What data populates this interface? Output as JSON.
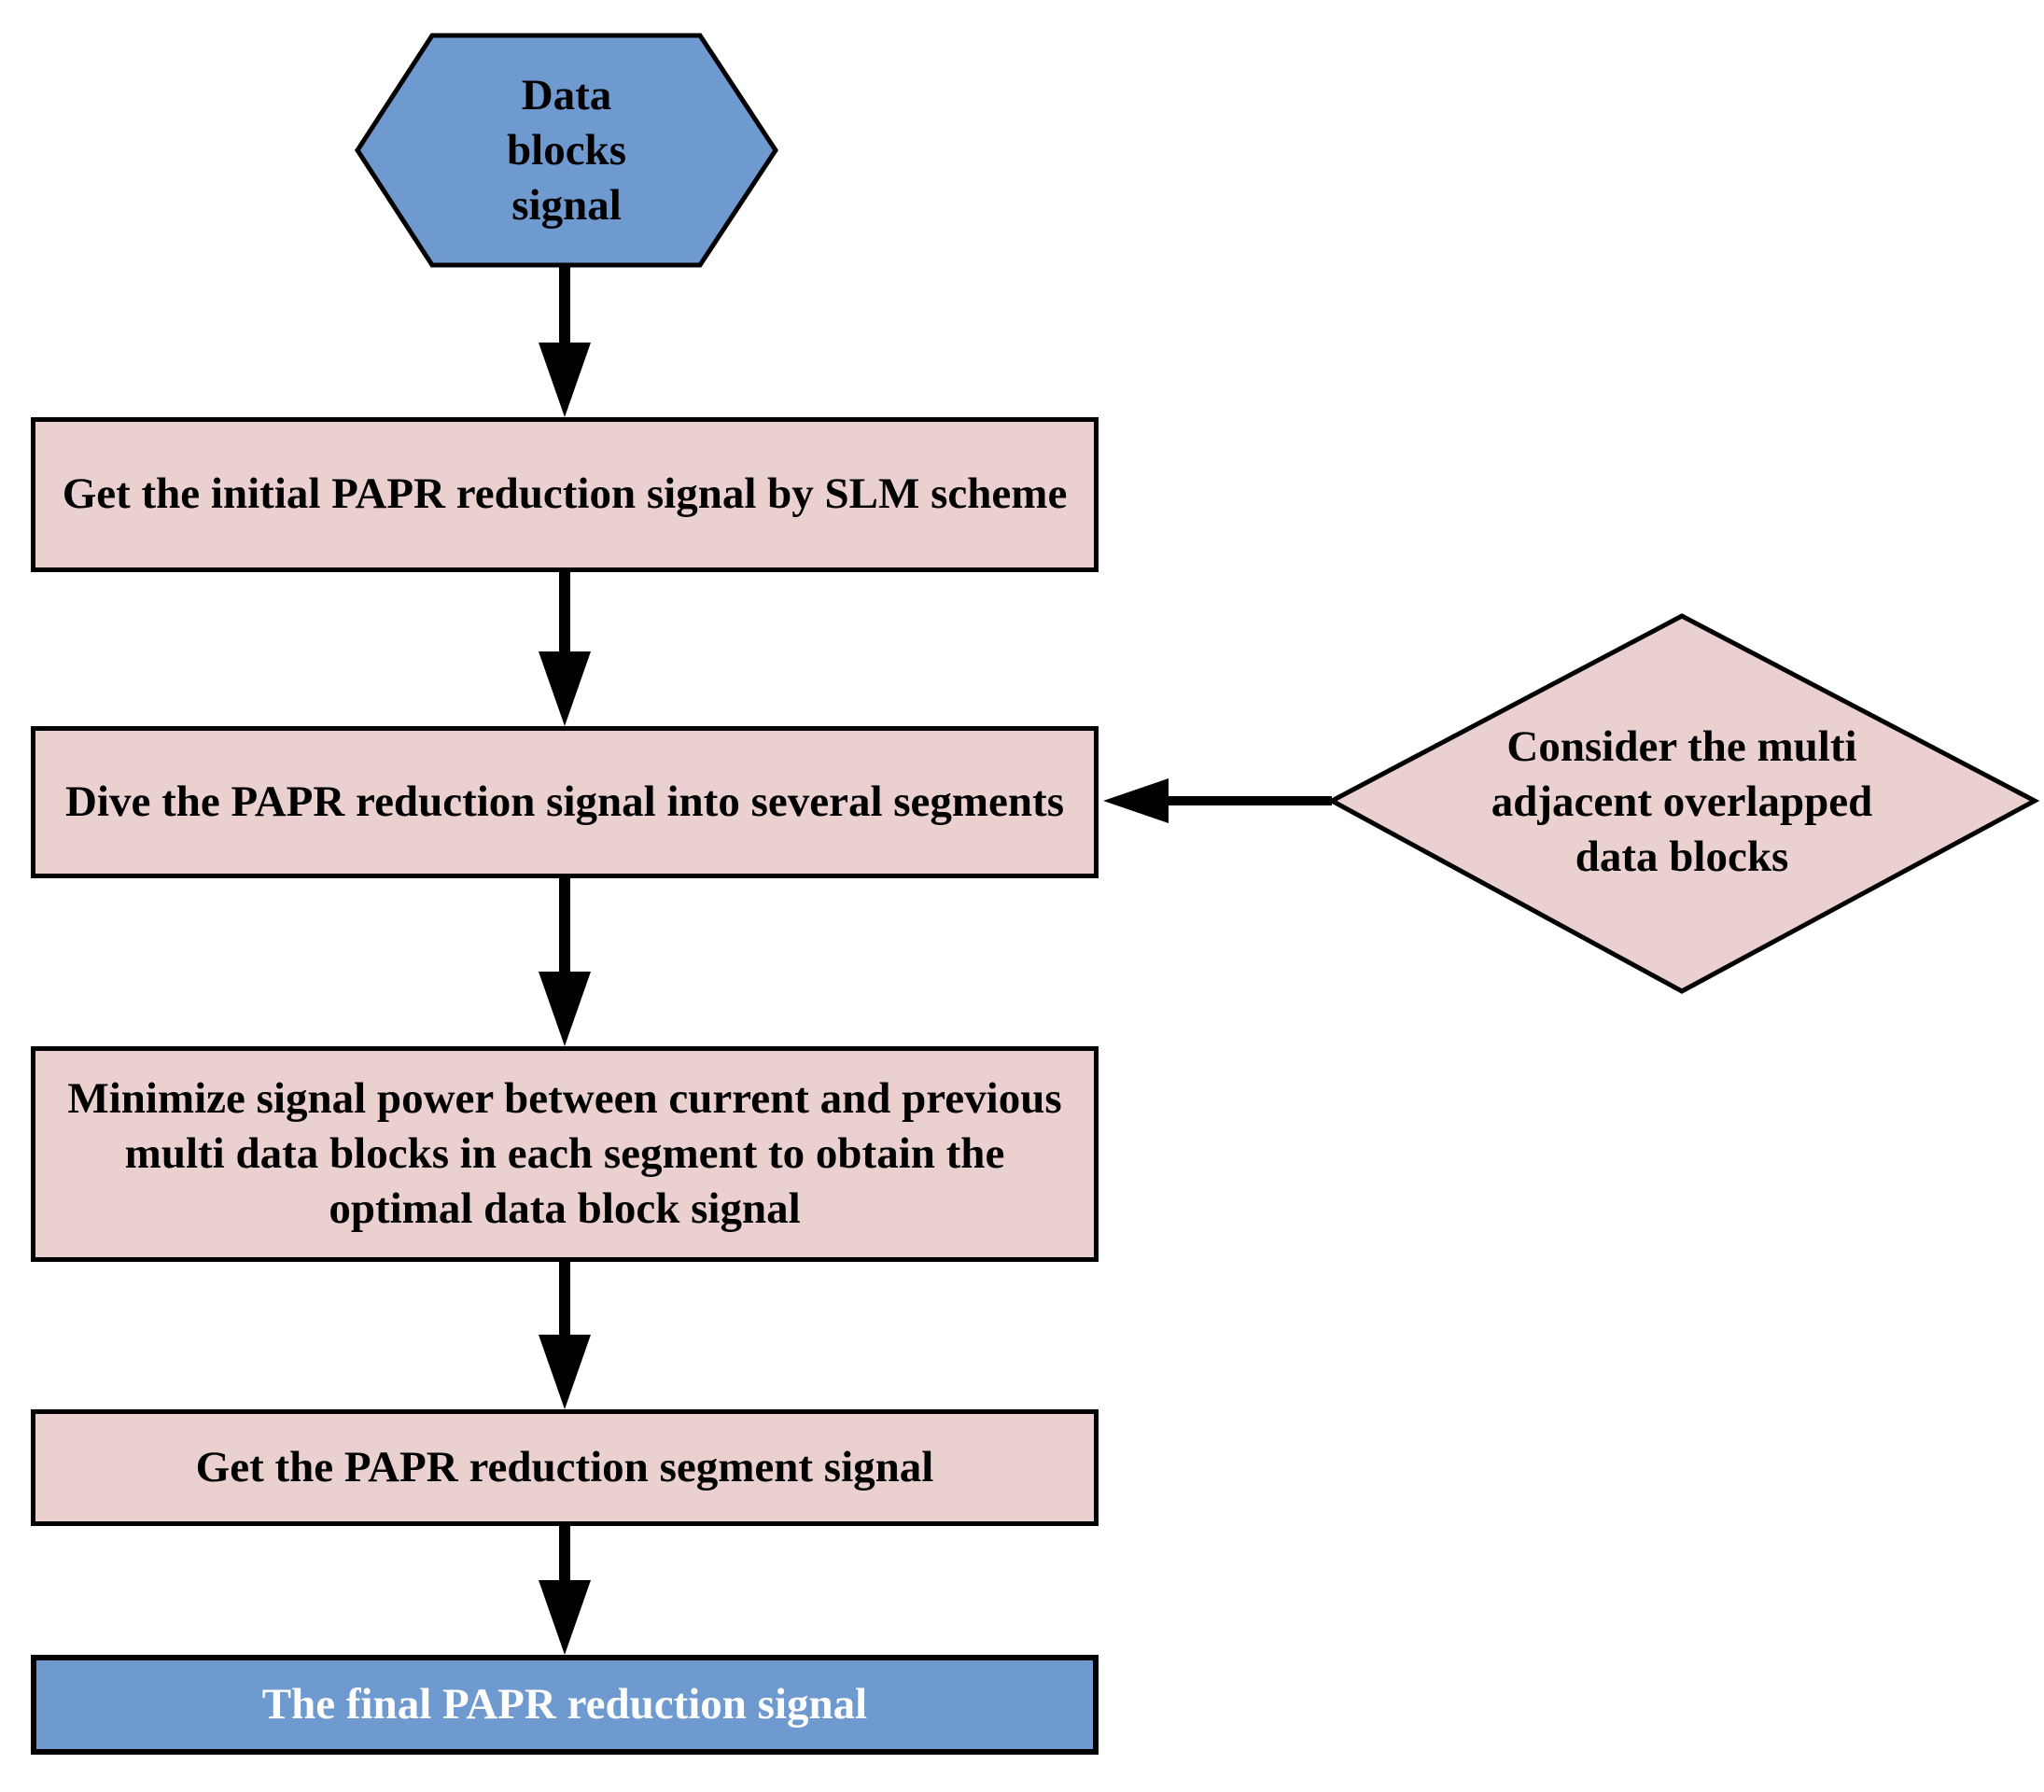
{
  "diagram": {
    "nodes": {
      "start_hexagon": {
        "shape": "hexagon",
        "lines": [
          "Data",
          "blocks",
          "signal"
        ]
      },
      "step_slm": {
        "shape": "process",
        "text": "Get the initial PAPR reduction signal by SLM scheme"
      },
      "step_divide": {
        "shape": "process",
        "text": "Dive the PAPR reduction signal into several segments"
      },
      "decision_overlap": {
        "shape": "diamond",
        "lines": [
          "Consider the multi",
          "adjacent overlapped",
          "data blocks"
        ]
      },
      "step_minimize": {
        "shape": "process",
        "text": "Minimize signal power between current and previous multi data blocks in each segment to obtain the optimal data block signal"
      },
      "step_segment": {
        "shape": "process",
        "text": "Get the PAPR reduction segment  signal"
      },
      "end_final": {
        "shape": "terminal",
        "text": "The final PAPR reduction signal"
      }
    },
    "colors": {
      "process_fill": "#ead0ce",
      "terminal_fill": "#6f9ad0",
      "outline": "#000000",
      "arrow": "#000000",
      "text": "#000000",
      "final_text": "#ffffff",
      "canvas": "#ffffff"
    }
  }
}
